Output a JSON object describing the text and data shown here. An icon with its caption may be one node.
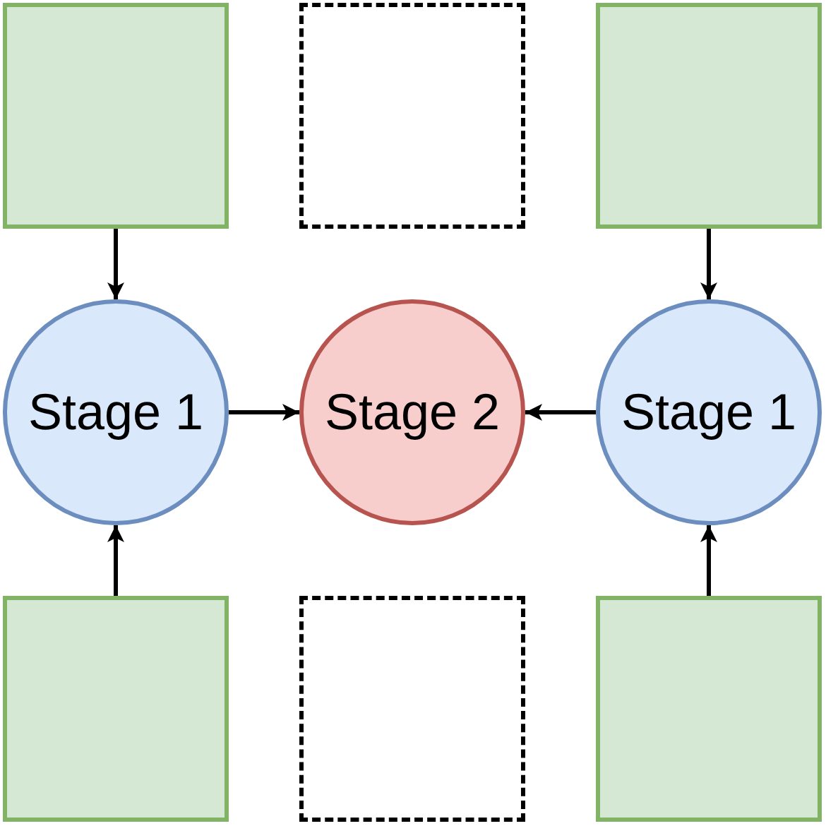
{
  "diagram": {
    "nodes": [
      {
        "text": [],
        "shape": "box"
      },
      {
        "text": [],
        "shape": "box"
      },
      {
        "text": [],
        "shape": "box"
      },
      {
        "text": [
          "Stage 1"
        ]
      },
      {
        "text": [
          "Stage 2"
        ]
      },
      {
        "text": [
          "Stage 1"
        ]
      },
      {
        "text": [],
        "shape": "box"
      },
      {
        "text": [],
        "shape": "box"
      },
      {
        "text": [],
        "shape": "box"
      }
    ],
    "edges": [
      {
        "from": 0,
        "to": 3,
        "arrow": "to"
      },
      {
        "from": 2,
        "to": 5,
        "arrow": "to"
      },
      {
        "from": 3,
        "to": 4,
        "arrow": "to"
      },
      {
        "from": 5,
        "to": 4,
        "arrow": "to"
      },
      {
        "from": 6,
        "to": 3,
        "arrow": "to"
      },
      {
        "from": 8,
        "to": 5,
        "arrow": "to"
      }
    ]
  }
}
